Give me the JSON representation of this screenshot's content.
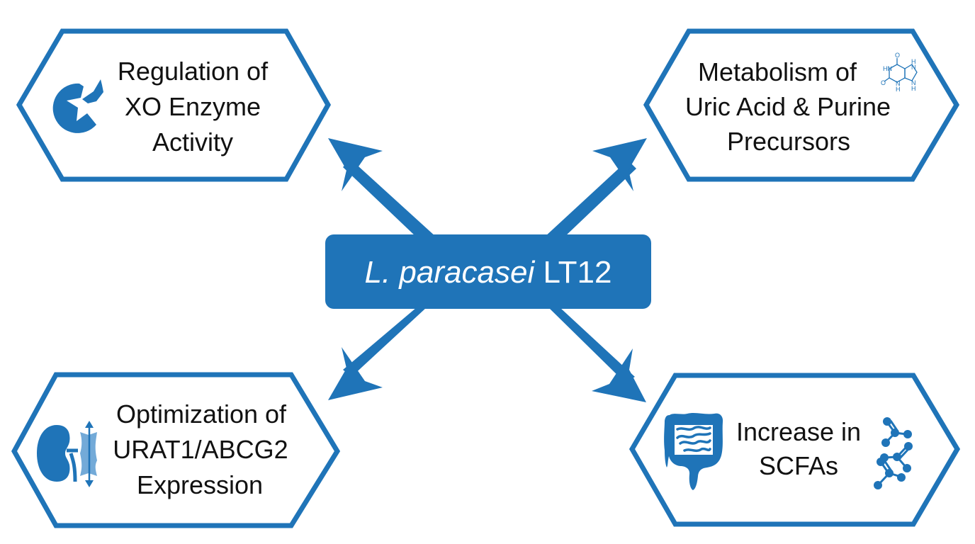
{
  "colors": {
    "primary": "#1f74b8",
    "primary_light": "#5a9bd1",
    "text": "#111111",
    "background": "#ffffff",
    "center_text": "#ffffff"
  },
  "center": {
    "species_italic": "L. paracasei",
    "strain": "LT12"
  },
  "nodes": [
    {
      "id": "xo-enzyme",
      "position": "top-left",
      "lines": [
        "Regulation of",
        "XO Enzyme",
        "Activity"
      ],
      "icon": "enzyme-inhibition-icon"
    },
    {
      "id": "uric-acid",
      "position": "top-right",
      "lines": [
        "Metabolism of",
        "Uric Acid & Purine",
        "Precursors"
      ],
      "icon": "uric-acid-molecule-icon",
      "icon_labels": [
        "O",
        "HN",
        "H",
        "N",
        "O",
        "N",
        "H",
        "N",
        "H"
      ]
    },
    {
      "id": "urat1-abcg2",
      "position": "bottom-left",
      "lines": [
        "Optimization of",
        "URAT1/ABCG2",
        "Expression"
      ],
      "icon": "kidney-transporter-icon"
    },
    {
      "id": "scfas",
      "position": "bottom-right",
      "lines": [
        "Increase in",
        "SCFAs"
      ],
      "icon": "intestine-icon",
      "icon2": "scfa-molecules-icon"
    }
  ],
  "arrows": [
    {
      "from": "center",
      "to": "xo-enzyme",
      "direction": "top-left"
    },
    {
      "from": "center",
      "to": "uric-acid",
      "direction": "top-right"
    },
    {
      "from": "center",
      "to": "urat1-abcg2",
      "direction": "bottom-left"
    },
    {
      "from": "center",
      "to": "scfas",
      "direction": "bottom-right"
    }
  ]
}
